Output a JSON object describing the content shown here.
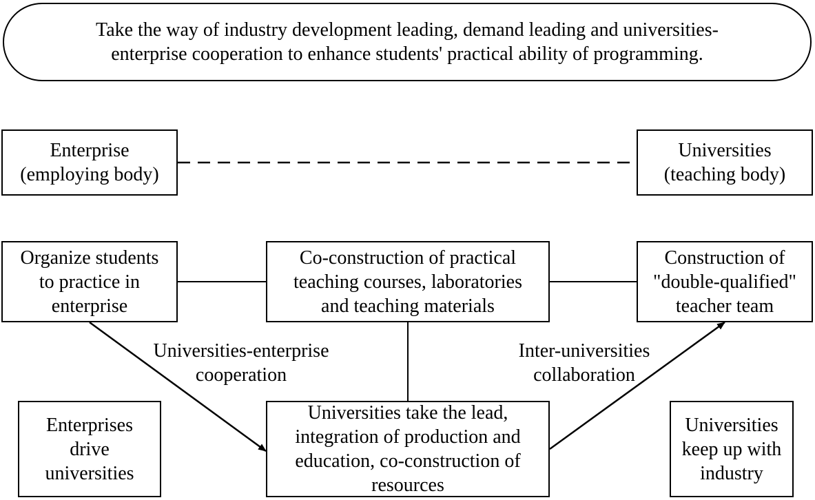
{
  "goal_text": "Take the way of industry development leading, demand leading and universities-\nenterprise cooperation to enhance students' practical ability of programming.",
  "nodes": {
    "enterprise": "Enterprise\n(employing body)",
    "universities": "Universities\n(teaching body)",
    "organize_students": "Organize students\nto practice in\nenterprise",
    "co_construction": "Co-construction of practical\nteaching courses, laboratories\nand teaching materials",
    "double_qualified": "Construction of\n\"double-qualified\"\nteacher team",
    "universities_lead": "Universities take the lead,\nintegration of production and\neducation, co-construction of\nresources",
    "enterprises_drive": "Enterprises\ndrive\nuniversities",
    "keep_up": "Universities\nkeep up with\nindustry"
  },
  "edge_labels": {
    "universities_enterprise": "Universities-enterprise\ncooperation",
    "inter_universities": "Inter-universities\ncollaboration"
  }
}
